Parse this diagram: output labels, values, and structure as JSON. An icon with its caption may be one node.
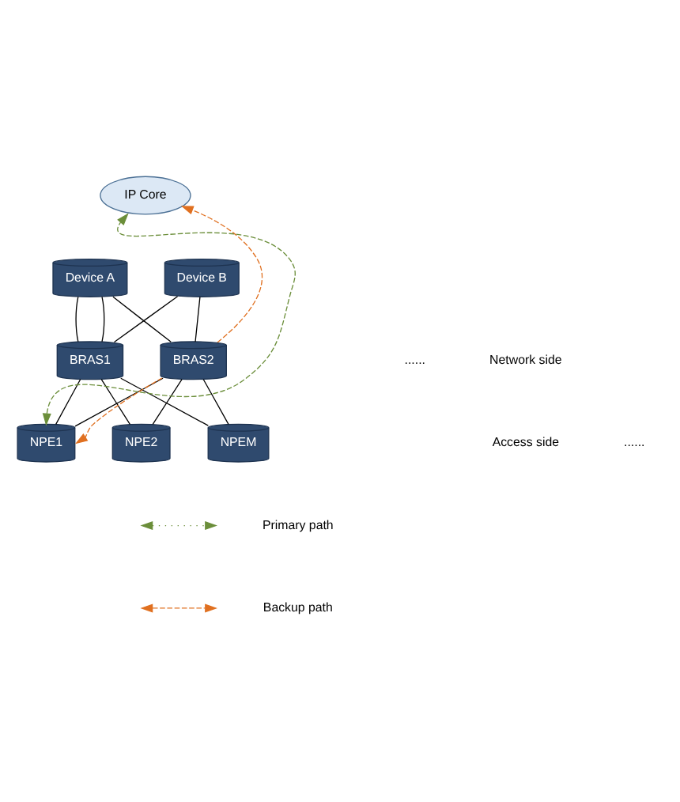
{
  "diagram": {
    "nodes": [
      {
        "text": [
          "IP Core"
        ]
      },
      {
        "text": [
          "Device A"
        ]
      },
      {
        "text": [
          "Device B"
        ]
      },
      {
        "text": [
          "BRAS1"
        ]
      },
      {
        "text": [
          "BRAS2"
        ]
      },
      {
        "text": [
          "NPE1"
        ]
      },
      {
        "text": [
          "NPE2"
        ]
      },
      {
        "text": [
          "NPEM"
        ]
      }
    ],
    "edges": [
      {
        "from": 1,
        "to": 3,
        "arrow": "none"
      },
      {
        "from": 1,
        "to": 3,
        "arrow": "none"
      },
      {
        "from": 2,
        "to": 3,
        "arrow": "none"
      },
      {
        "from": 1,
        "to": 4,
        "arrow": "none"
      },
      {
        "from": 2,
        "to": 4,
        "arrow": "none"
      },
      {
        "from": 3,
        "to": 5,
        "arrow": "none"
      },
      {
        "from": 3,
        "to": 6,
        "arrow": "none"
      },
      {
        "from": 3,
        "to": 7,
        "arrow": "none"
      },
      {
        "from": 4,
        "to": 5,
        "arrow": "none"
      },
      {
        "from": 4,
        "to": 6,
        "arrow": "none"
      },
      {
        "from": 4,
        "to": 7,
        "arrow": "none"
      },
      {
        "from": 5,
        "to": 0,
        "arrow": "both",
        "style": "dashed",
        "color": "#6b8e3a"
      },
      {
        "from": 4,
        "to": 0,
        "arrow": "to",
        "style": "dashed",
        "color": "#e07020"
      },
      {
        "from": 4,
        "to": 5,
        "arrow": "to",
        "style": "dashed",
        "color": "#e07020"
      }
    ],
    "labels": [
      "......",
      "Network side",
      "Access side",
      "......"
    ],
    "legend": [
      {
        "text": "Primary path"
      },
      {
        "text": "Backup path"
      }
    ]
  }
}
